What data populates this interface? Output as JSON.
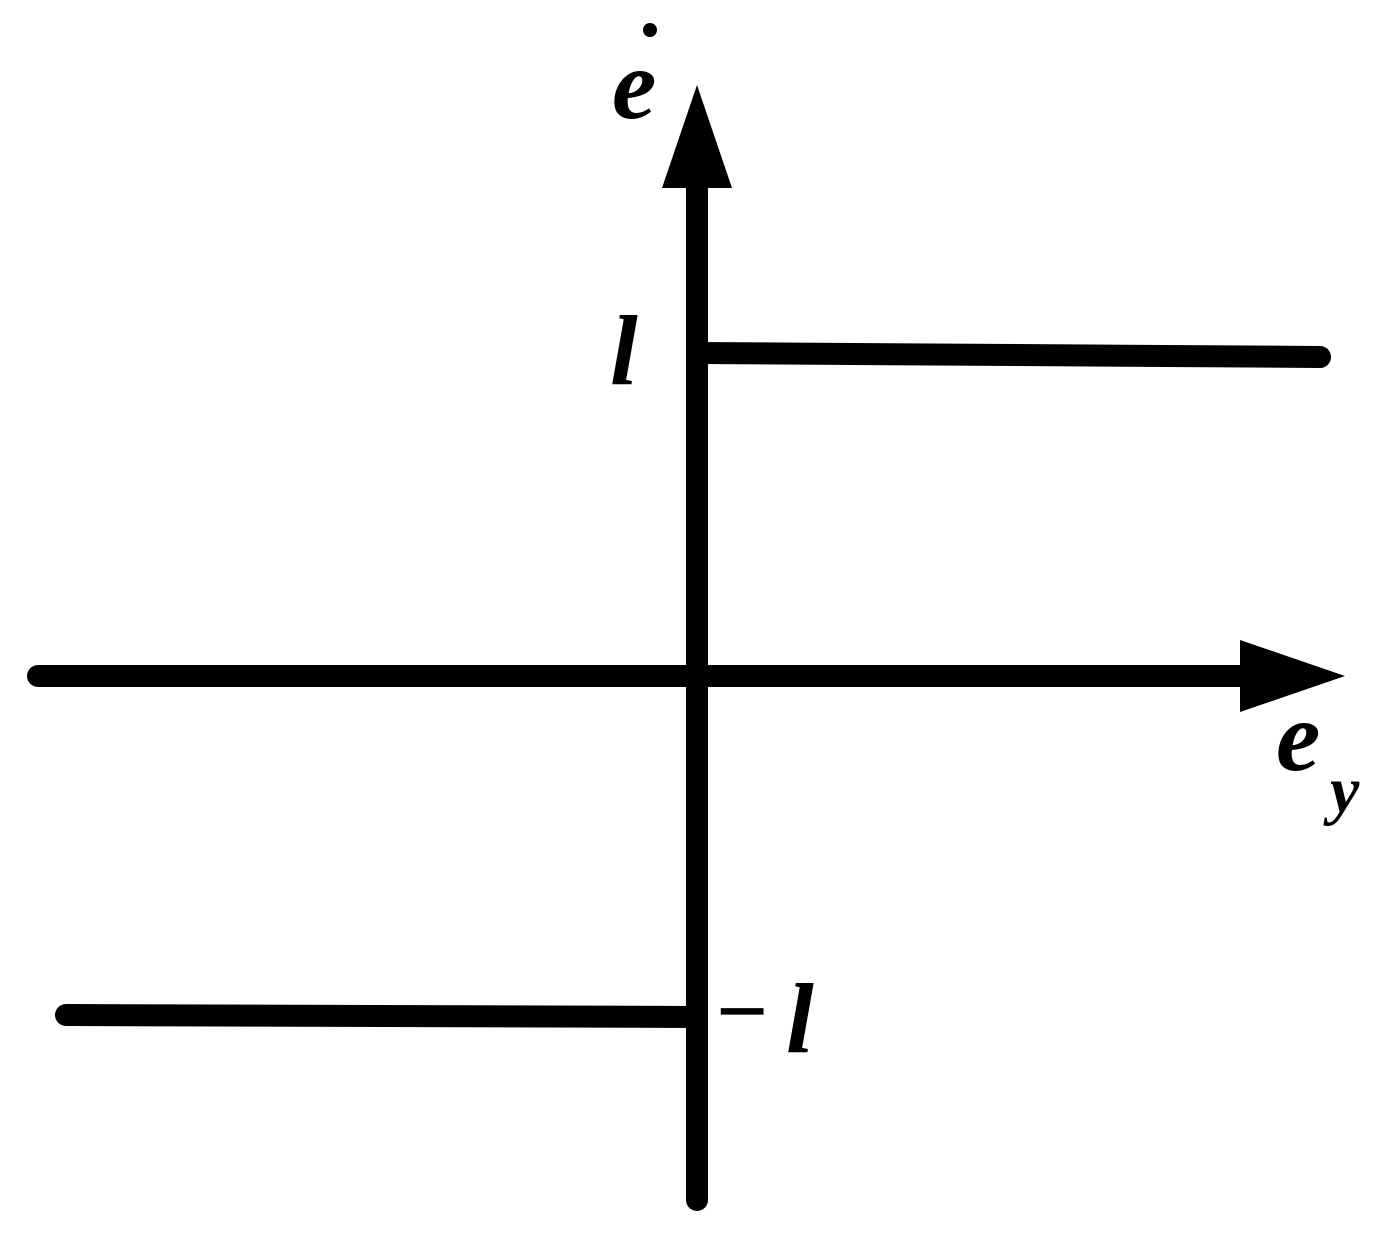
{
  "diagram": {
    "y_axis_label": "e",
    "x_axis_label_base": "e",
    "x_axis_label_subscript": "y",
    "upper_level_label": "l",
    "lower_level_label_sign": "−",
    "lower_level_label": "l",
    "stroke_color": "#000000",
    "background_color": "#ffffff"
  }
}
